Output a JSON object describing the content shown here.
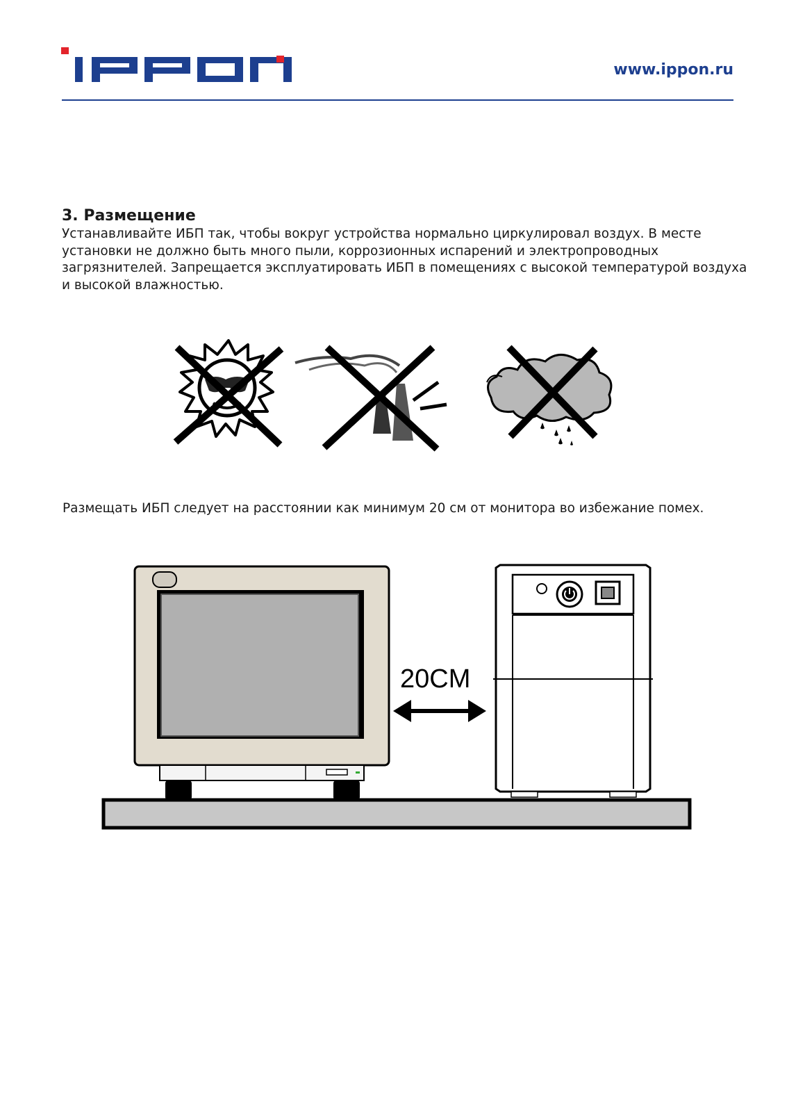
{
  "header": {
    "logo_text": "IPPON",
    "url": "www.ippon.ru",
    "colors": {
      "brand_blue": "#1d3f8f",
      "brand_red": "#e3242b"
    }
  },
  "section": {
    "title": "3. Размещение",
    "paragraph": "Устанавливайте ИБП так, чтобы вокруг устройства нормально циркулировал воздух. В месте установки не должно быть много пыли, коррозионных испарений и электропроводных загрязнителей. Запрещается эксплуатировать ИБП в помещениях с высокой температурой воздуха и высокой влажностью."
  },
  "prohibitions": [
    {
      "icon": "crossed-out-sun-icon"
    },
    {
      "icon": "crossed-out-smokestack-icon"
    },
    {
      "icon": "crossed-out-rain-cloud-icon"
    }
  ],
  "distance_note": "Размещать ИБП следует на расстоянии как минимум 20 см от монитора во избежание помех.",
  "diagram": {
    "distance_label": "20CM",
    "icons": [
      "crt-monitor-icon",
      "ups-unit-icon",
      "double-arrow-icon",
      "shelf-icon"
    ]
  }
}
